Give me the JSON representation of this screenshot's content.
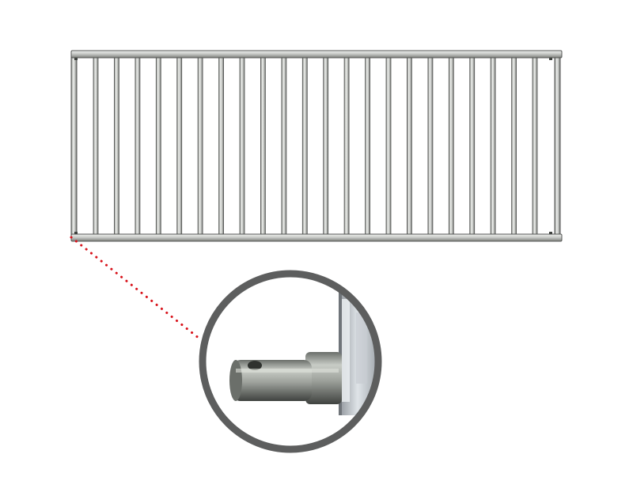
{
  "figure": {
    "subject": "railing-panel-with-detail-zoom",
    "baluster_count": 22
  },
  "colors": {
    "background": "#ffffff",
    "rail_light": "#e4e6e4",
    "rail_mid": "#aeb0ad",
    "rail_dark": "#6e706d",
    "outline": "#545654",
    "leader_dots": "#d8121a",
    "zoom_ring": "#5d5e5e",
    "pin_dark": "#3f423f",
    "plate": "#b9bec3"
  },
  "icons": {
    "leader": "dotted-leader-line",
    "magnifier": "detail-zoom-circle"
  }
}
